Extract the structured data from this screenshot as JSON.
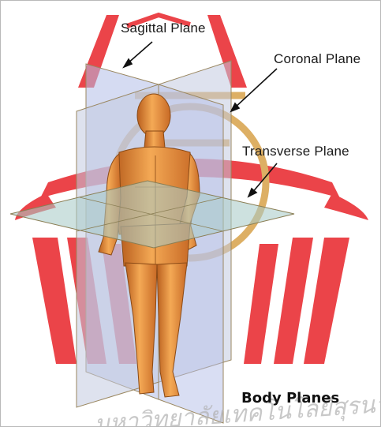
{
  "title": "Body Planes",
  "labels": {
    "sagittal": "Sagittal Plane",
    "coronal": "Coronal Plane",
    "transverse": "Transverse Plane"
  },
  "watermark": {
    "text": "มหาวิทยาลัยเทคโนโลยีสุรนารี"
  },
  "colors": {
    "sagittal_plane": "#b3bde8",
    "coronal_plane": "#c2cbe0",
    "transverse_plane": "#a8ccc8",
    "plane_edge": "#9a8760",
    "body_skin": "#ec9a48",
    "watermark_red": "#e8242a",
    "watermark_gold": "#d8a24a",
    "label_text": "#1a1a1a",
    "arrow": "#111111"
  }
}
